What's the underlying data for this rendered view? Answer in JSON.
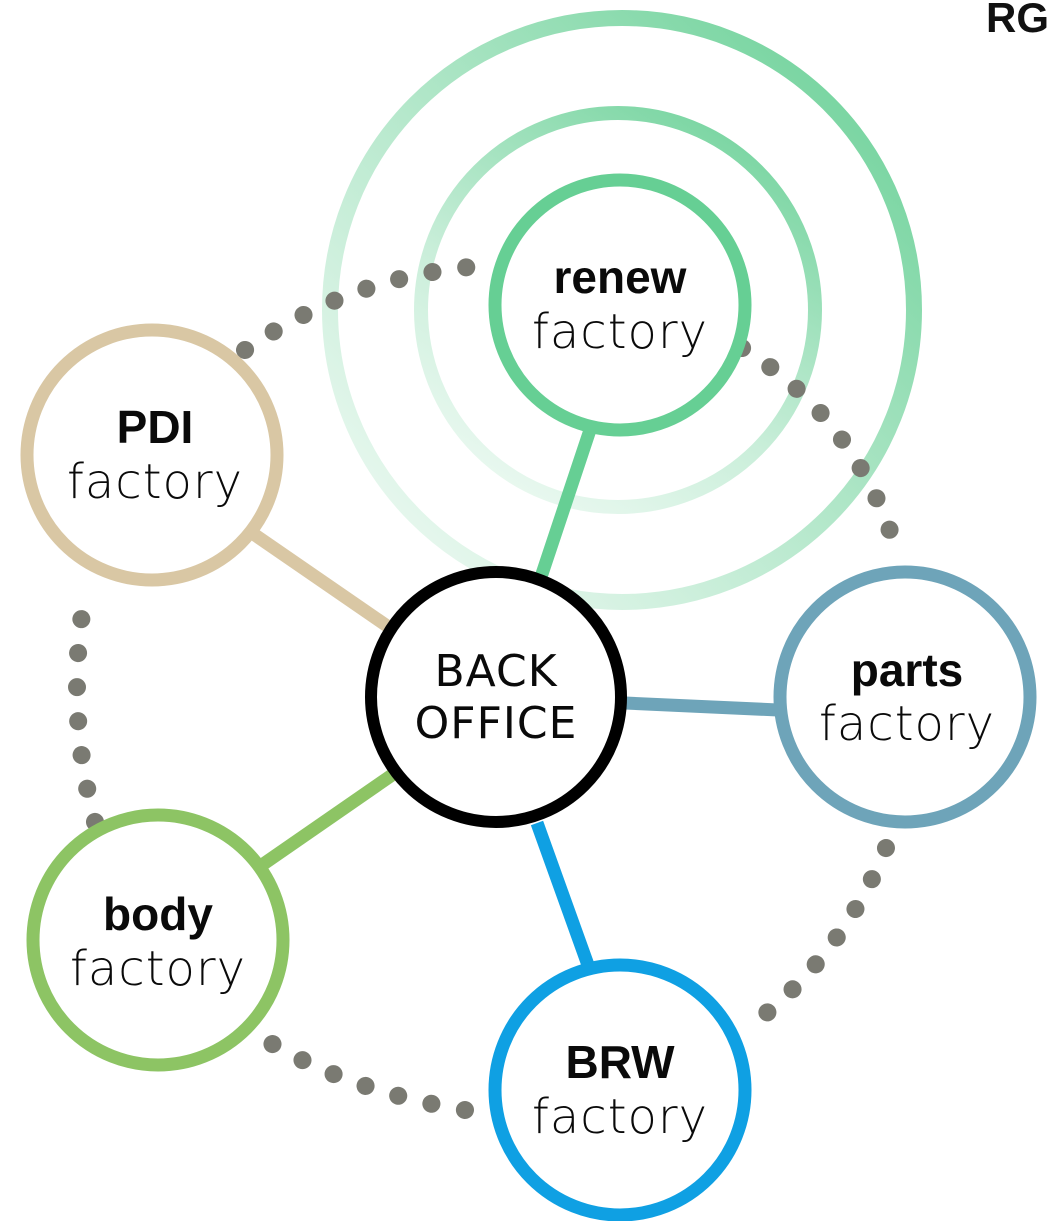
{
  "logo": {
    "text": "RG"
  },
  "hub": {
    "line1": "BACK",
    "line2": "OFFICE",
    "color": "#000000"
  },
  "nodes": [
    {
      "id": "renew",
      "title": "renew",
      "subtitle": "factory",
      "color": "#66cf94"
    },
    {
      "id": "pdi",
      "title": "PDI",
      "subtitle": "factory",
      "color": "#d9c7a4"
    },
    {
      "id": "parts",
      "title": "parts",
      "subtitle": "factory",
      "color": "#6ea4b9"
    },
    {
      "id": "body",
      "title": "body",
      "subtitle": "factory",
      "color": "#8dc464"
    },
    {
      "id": "brw",
      "title": "BRW",
      "subtitle": "factory",
      "color": "#0fa0e3"
    }
  ],
  "ring_color": "#7a7a72"
}
